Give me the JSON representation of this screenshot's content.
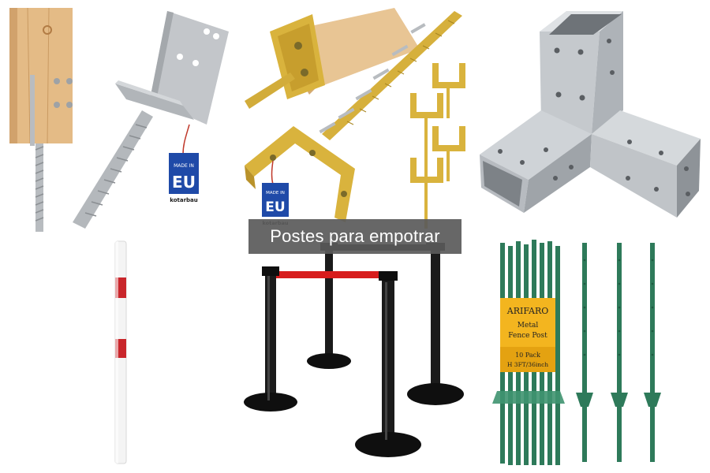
{
  "banner": {
    "title": "Postes para empotrar"
  },
  "products": [
    {
      "id": "timber-post-anchor-bolt",
      "tag_lines": [
        "MADE IN",
        "EU",
        "kotarbau"
      ]
    },
    {
      "id": "u-post-bracket-set",
      "tag_lines": [
        "MADE IN",
        "EU",
        "kotarbau"
      ]
    },
    {
      "id": "galvanized-3-way-post-connector"
    },
    {
      "id": "red-white-marker-pole"
    },
    {
      "id": "retractable-belt-stanchions"
    },
    {
      "id": "green-metal-fence-posts",
      "label_lines": [
        "ARIFARO",
        "Metal",
        "Fence Post",
        "10 Pack",
        "H 3FT/36inch"
      ]
    }
  ],
  "colors": {
    "banner_bg": "#5a5a5a",
    "wood": "#e2b885",
    "steel": "#c9ccd0",
    "zinc_gold": "#d8b13c",
    "eu_blue": "#1f4aa8",
    "stanchion_red": "#d71c1c",
    "fence_green": "#2e7a5a"
  }
}
